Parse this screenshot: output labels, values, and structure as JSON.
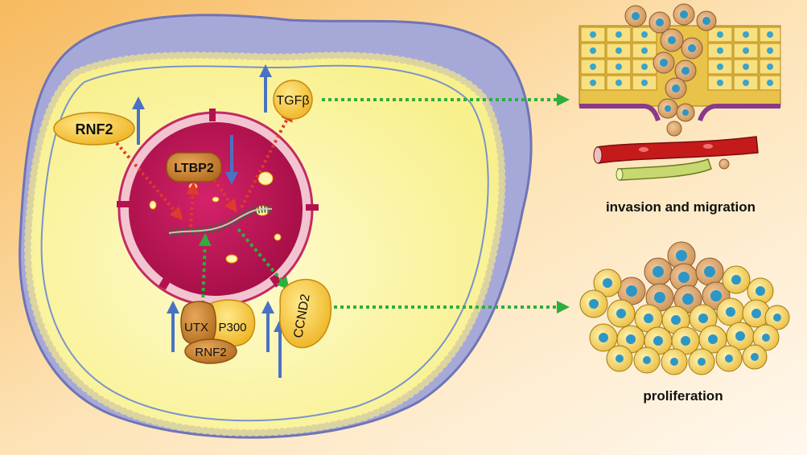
{
  "labels": {
    "rnf2_top": "RNF2",
    "ltbp2": "LTBP2",
    "tgfb": "TGFβ",
    "ccnd2": "CCND2",
    "utx": "UTX",
    "p300": "P300",
    "rnf2_bottom": "RNF2",
    "invasion": "invasion and migration",
    "proliferation": "proliferation"
  },
  "colors": {
    "up_arrow": "#4a72c4",
    "inhibit_arrow": "#e03a2a",
    "promote_arrow": "#2fae3c",
    "nucleus": "#c81a5c",
    "cytoplasm": "#fdf7a8",
    "membrane": "#6b84c4"
  }
}
